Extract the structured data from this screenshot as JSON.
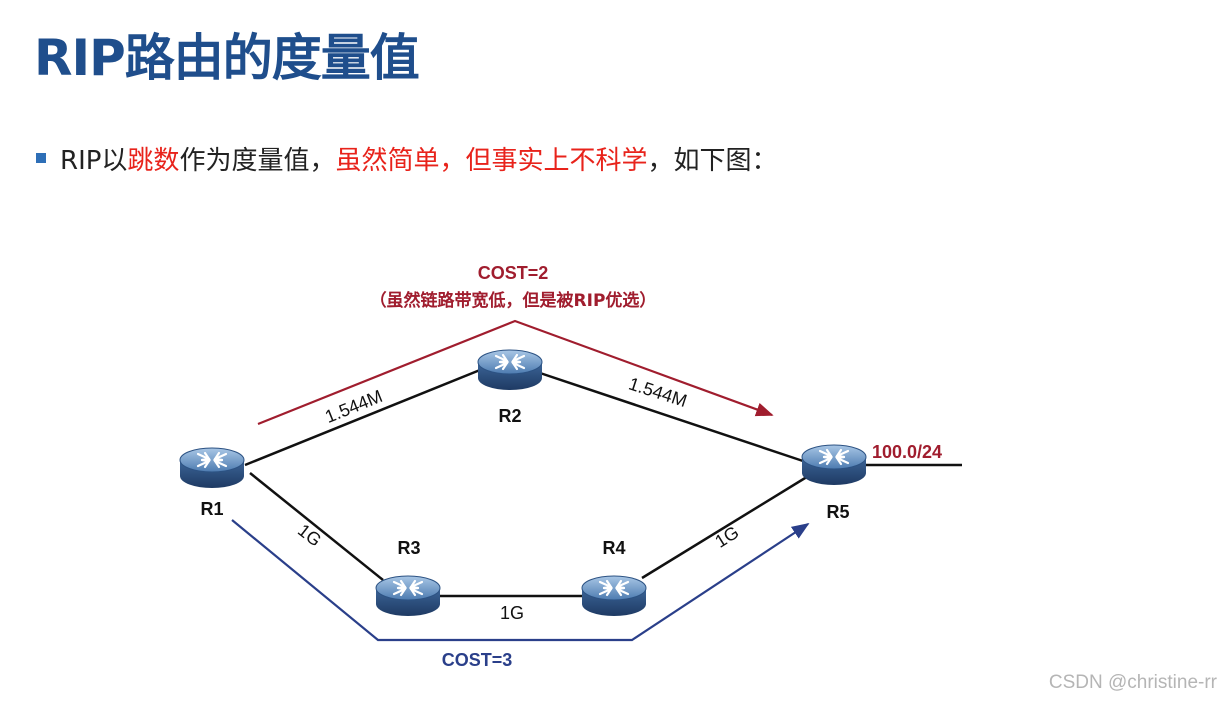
{
  "title": "RIP路由的度量值",
  "bullet": {
    "p1": "RIP以",
    "p2": "跳数",
    "p3": "作为度量值，",
    "p4": "虽然简单，但事实上不科学",
    "p5": "，如下图："
  },
  "diagram": {
    "routers": {
      "r1": "R1",
      "r2": "R2",
      "r3": "R3",
      "r4": "R4",
      "r5": "R5"
    },
    "links": {
      "r1_r2": "1.544M",
      "r2_r5": "1.544M",
      "r1_r3": "1G",
      "r3_r4": "1G",
      "r4_r5": "1G"
    },
    "network": "100.0/24",
    "top_path": {
      "cost": "COST=2",
      "note": "（虽然链路带宽低，但是被RIP优选）"
    },
    "bottom_path": {
      "cost": "COST=3"
    },
    "colors": {
      "top_path": "#a01d2e",
      "bottom_path": "#2a3f8a",
      "title": "#1f4e8c",
      "highlight": "#e8231b"
    }
  },
  "watermark": "CSDN @christine-rr"
}
